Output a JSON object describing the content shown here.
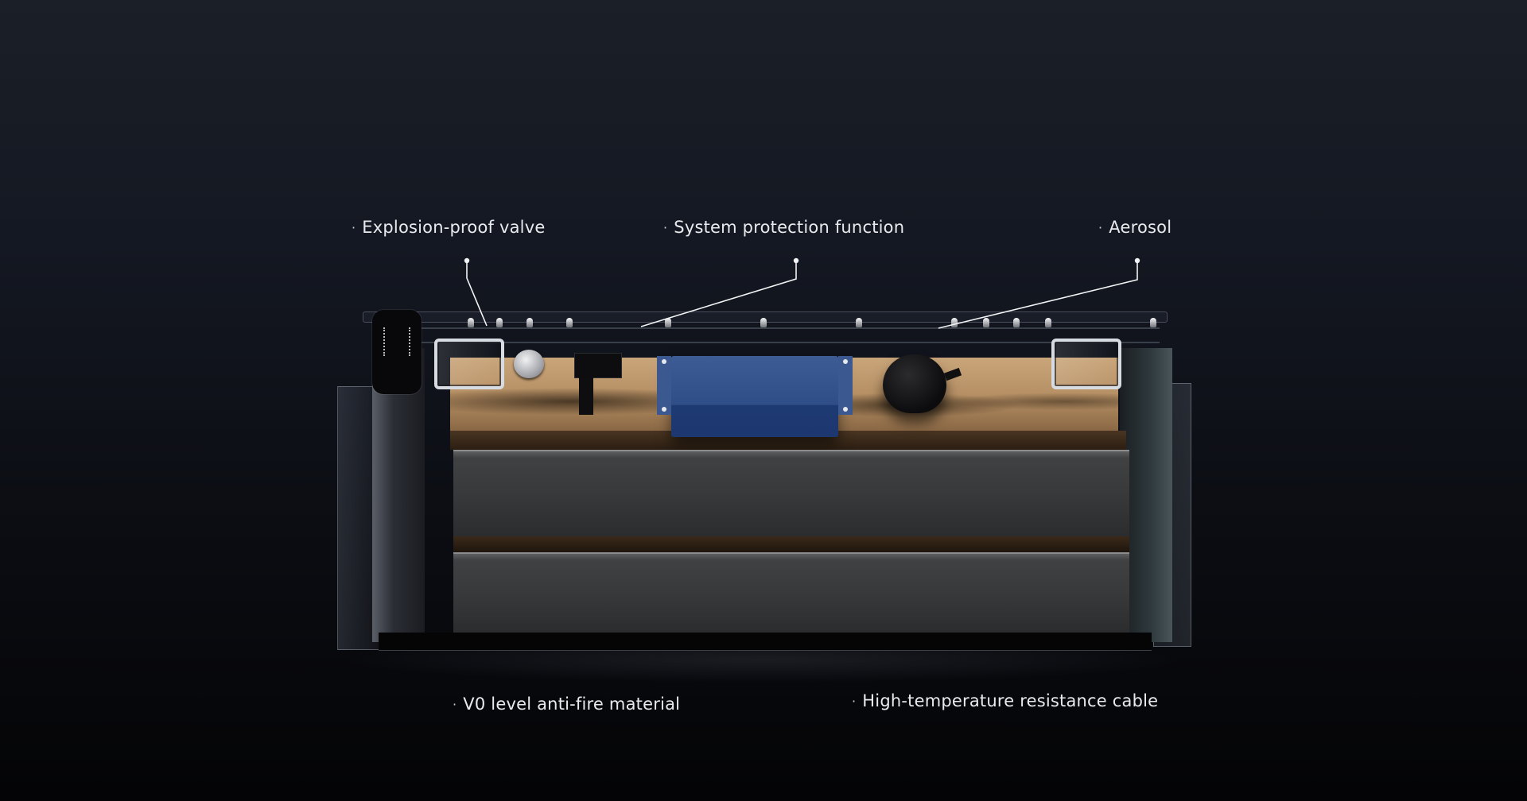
{
  "callouts": {
    "top": [
      {
        "label": "Explosion-proof valve"
      },
      {
        "label": "System protection function"
      },
      {
        "label": "Aerosol"
      }
    ],
    "bottom": [
      {
        "label": "V0 level anti-fire material"
      },
      {
        "label": "High-temperature resistance cable"
      }
    ],
    "bullet": "·"
  },
  "colors": {
    "background_top": "#1b1f27",
    "background_bottom": "#040406",
    "label_text": "#e9eaee",
    "leader_line": "#f2f3f5",
    "tray_copper": "#c9a57a",
    "bms_box_blue": "#2f4d87",
    "cell_gray": "#38393b"
  },
  "illustration": {
    "subject": "battery-pack-cutaway",
    "components": [
      "bms-module",
      "handle-left",
      "explosion-proof-valve",
      "contactor",
      "protection-box",
      "aerosol-buzzer",
      "handle-right",
      "battery-cell-top",
      "battery-cell-bottom"
    ]
  }
}
